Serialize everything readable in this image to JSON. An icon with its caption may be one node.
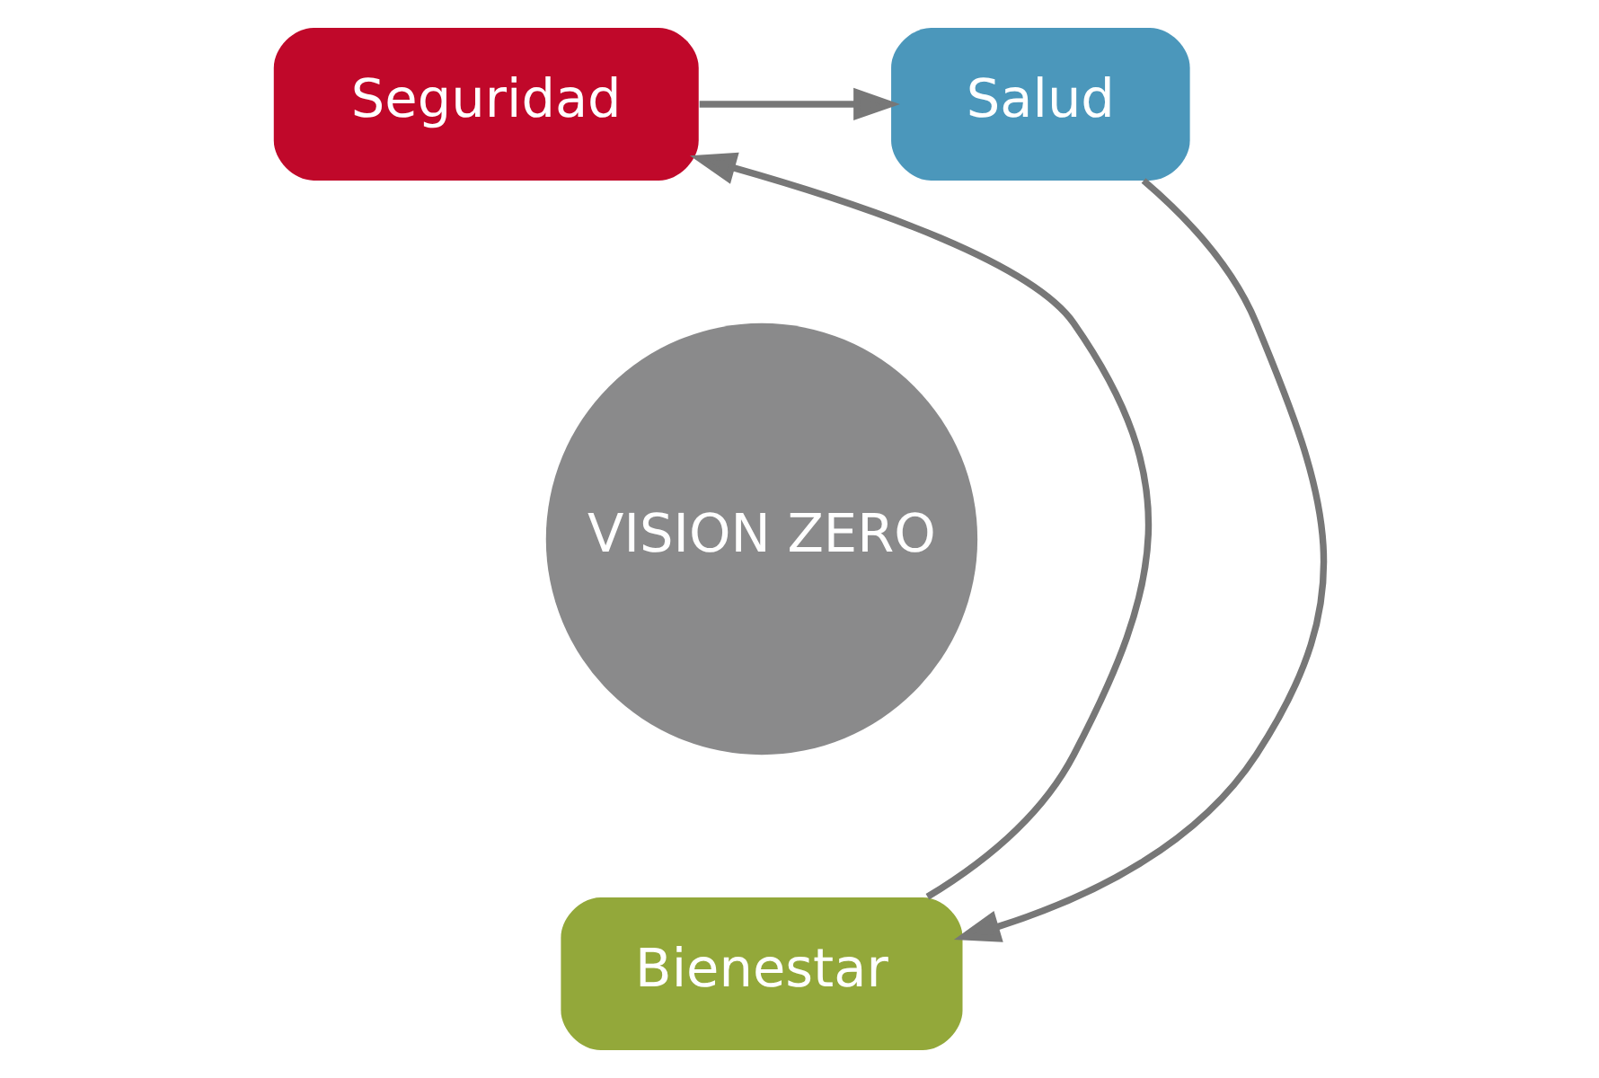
{
  "diagram": {
    "nodes": [
      {
        "text": [
          "Seguridad"
        ]
      },
      {
        "text": [
          "Salud"
        ]
      },
      {
        "text": [
          "VISION ZERO"
        ]
      },
      {
        "text": [
          "Bienestar"
        ]
      }
    ],
    "edges": [
      {
        "from": 0,
        "to": 1,
        "arrow": "to"
      },
      {
        "from": 1,
        "to": 3,
        "arrow": "to"
      },
      {
        "from": 3,
        "to": 0,
        "arrow": "to"
      }
    ]
  }
}
